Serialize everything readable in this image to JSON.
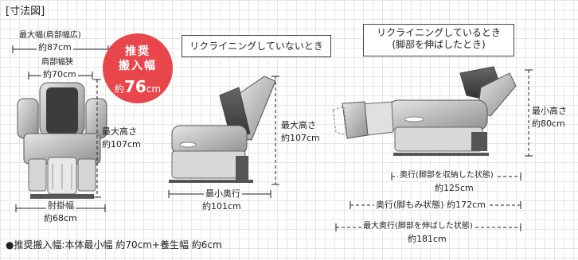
{
  "title": "[寸法図]",
  "front": {
    "max_width_label": "最大幅(肩部幅広)",
    "max_width_value": "約87cm",
    "shoulder_label": "肩部幅狭",
    "shoulder_value": "約70cm",
    "height_label": "最大高さ",
    "height_value": "約107cm",
    "armrest_label": "肘掛幅",
    "armrest_value": "約68cm"
  },
  "badge": {
    "line1": "推奨",
    "line2": "搬入幅",
    "prefix": "約",
    "number": "76",
    "unit": "cm"
  },
  "upright": {
    "title": "リクライニングしていないとき",
    "height_label": "最大高さ",
    "height_value": "約107cm",
    "depth_label": "最小奥行",
    "depth_value": "約101cm"
  },
  "reclined": {
    "title_line1": "リクライニングしているとき",
    "title_line2": "(脚部を伸ばしたとき)",
    "min_height_label": "最小高さ",
    "min_height_value": "約80cm",
    "depth1_label": "奥行(脚部を収納した状態)",
    "depth1_value": "約125cm",
    "depth2_text": "奥行(脚もみ状態) 約172cm",
    "depth3_label": "最大奥行(脚部を伸ばした状態)",
    "depth3_value": "約181cm"
  },
  "footer": "●推奨搬入幅:本体最小幅 約70cm+養生幅 約6cm"
}
